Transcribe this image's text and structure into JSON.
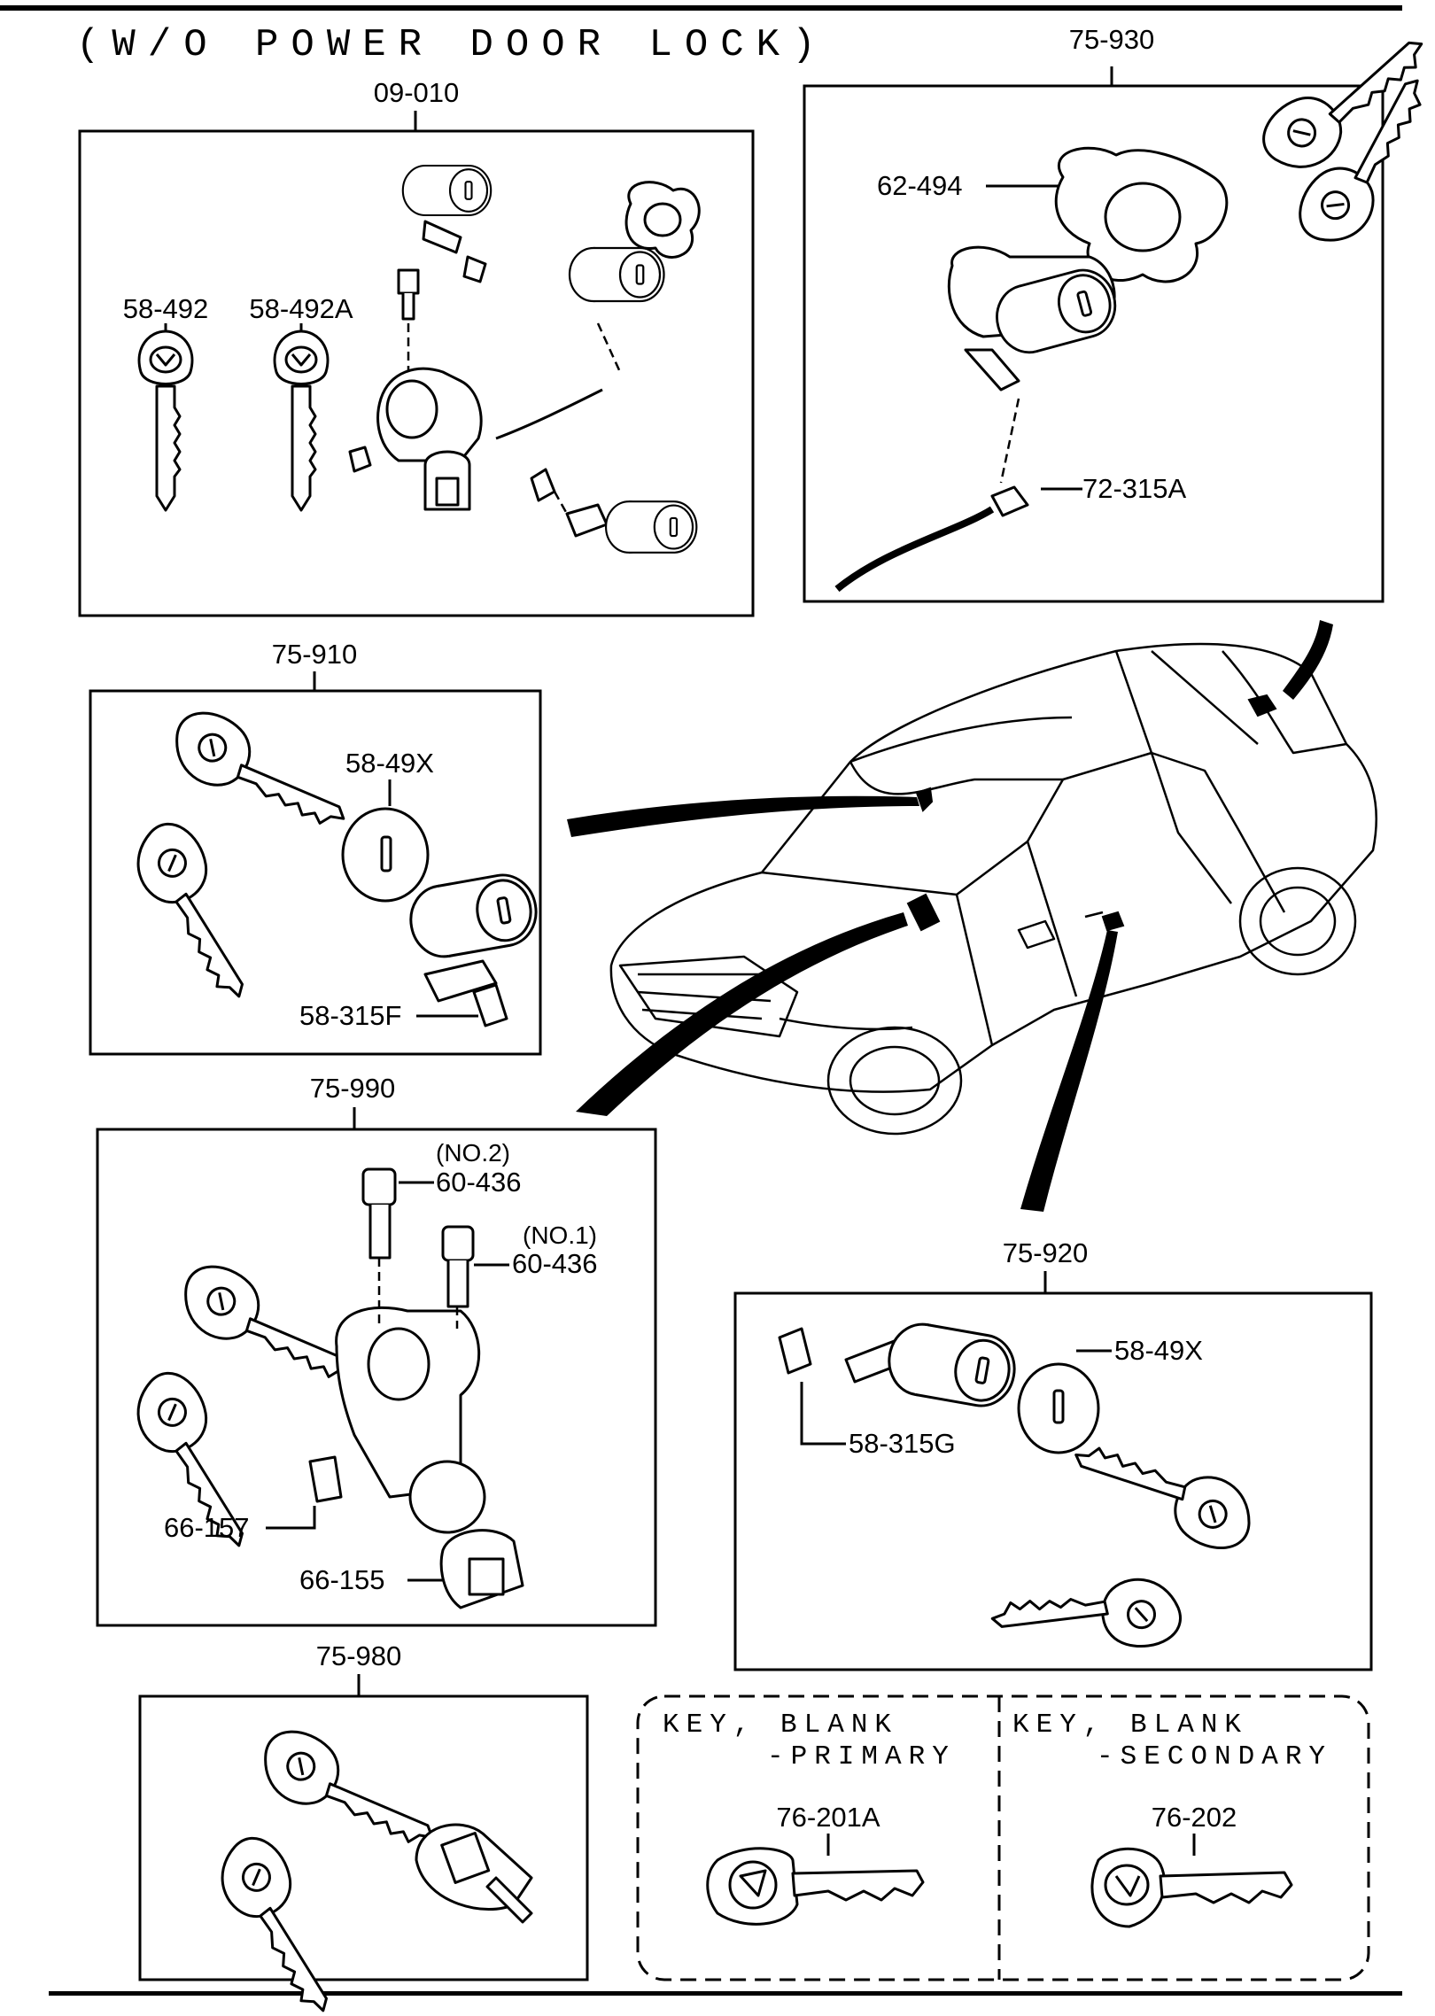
{
  "title": "(W/O POWER DOOR LOCK)",
  "groups": {
    "g09010": {
      "code": "09-010",
      "parts": [
        "58-492",
        "58-492A"
      ]
    },
    "g75930": {
      "code": "75-930",
      "parts": [
        "62-494",
        "72-315A"
      ]
    },
    "g75910": {
      "code": "75-910",
      "parts": [
        "58-49X",
        "58-315F"
      ]
    },
    "g75990": {
      "code": "75-990",
      "parts": [
        "60-436",
        "60-436",
        "66-157",
        "66-155"
      ],
      "notes": [
        "(NO.2)",
        "(NO.1)"
      ]
    },
    "g75920": {
      "code": "75-920",
      "parts": [
        "58-49X",
        "58-315G"
      ]
    },
    "g75980": {
      "code": "75-980"
    }
  },
  "key_blanks": {
    "primary": {
      "line1": "KEY, BLANK",
      "line2": "-PRIMARY",
      "part": "76-201A"
    },
    "secondary": {
      "line1": "KEY, BLANK",
      "line2": "-SECONDARY",
      "part": "76-202"
    }
  }
}
